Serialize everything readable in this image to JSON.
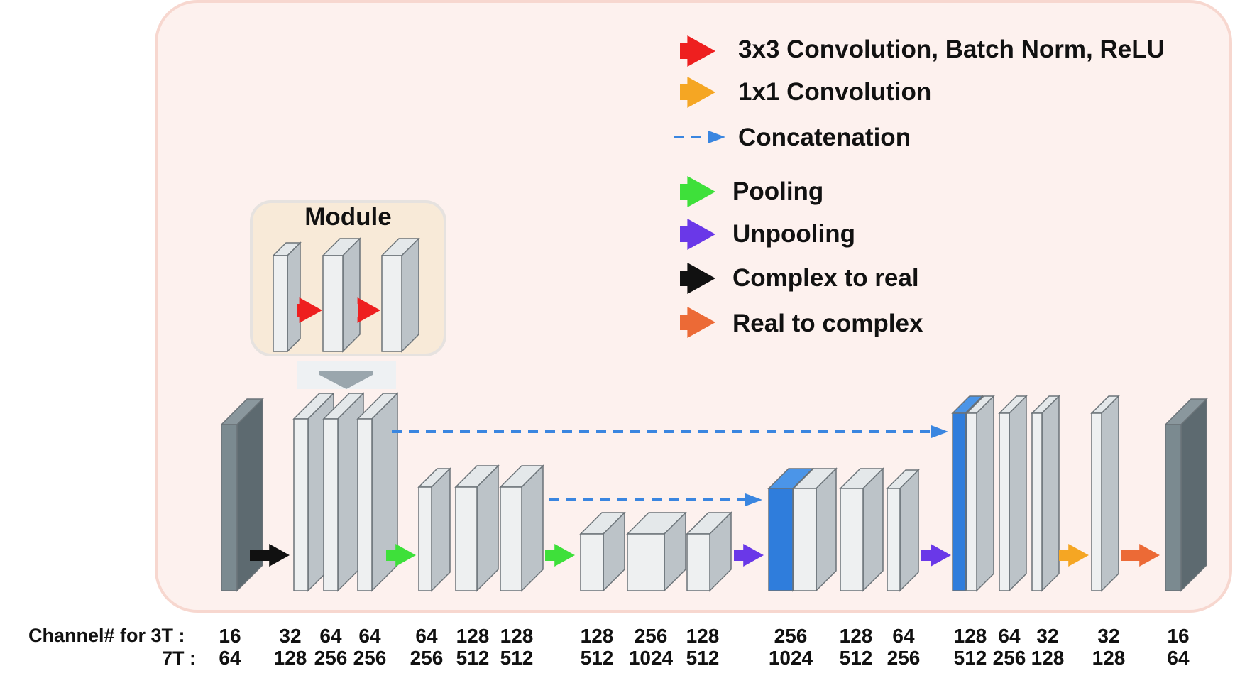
{
  "module": {
    "title": "Module"
  },
  "legend": [
    {
      "label": "3x3 Convolution, Batch Norm, ReLU",
      "color": "#ee1f1f",
      "icon": "arrow-right-icon"
    },
    {
      "label": "1x1 Convolution",
      "color": "#f5a623",
      "icon": "arrow-right-icon"
    },
    {
      "label": "Concatenation",
      "color": "#3a86e0",
      "icon": "dashed-arrow-icon"
    },
    {
      "label": "Pooling",
      "color": "#3ee03a",
      "icon": "arrow-right-icon"
    },
    {
      "label": "Unpooling",
      "color": "#6a38e8",
      "icon": "arrow-right-icon"
    },
    {
      "label": "Complex to real",
      "color": "#111111",
      "icon": "arrow-right-icon"
    },
    {
      "label": "Real to complex",
      "color": "#ec6a36",
      "icon": "arrow-right-icon"
    }
  ],
  "channels": {
    "label_3t": "Channel# for 3T :",
    "label_7t": "7T :",
    "columns": [
      {
        "t3": "16",
        "t7": "64"
      },
      {
        "t3": "32",
        "t7": "128"
      },
      {
        "t3": "64",
        "t7": "256"
      },
      {
        "t3": "64",
        "t7": "256"
      },
      {
        "t3": "64",
        "t7": "256"
      },
      {
        "t3": "128",
        "t7": "512"
      },
      {
        "t3": "128",
        "t7": "512"
      },
      {
        "t3": "128",
        "t7": "512"
      },
      {
        "t3": "256",
        "t7": "1024"
      },
      {
        "t3": "128",
        "t7": "512"
      },
      {
        "t3": "256",
        "t7": "1024"
      },
      {
        "t3": "128",
        "t7": "512"
      },
      {
        "t3": "64",
        "t7": "256"
      },
      {
        "t3": "128",
        "t7": "512"
      },
      {
        "t3": "64",
        "t7": "256"
      },
      {
        "t3": "32",
        "t7": "128"
      },
      {
        "t3": "32",
        "t7": "128"
      },
      {
        "t3": "16",
        "t7": "64"
      }
    ]
  },
  "colors": {
    "panel_bg": "#fdf1ee",
    "module_bg": "#f8ead8",
    "block_front": "#eef0f1",
    "block_side": "#bcc3c8",
    "input_output": "#7b8a90",
    "concat_block": "#2f7ddc"
  }
}
